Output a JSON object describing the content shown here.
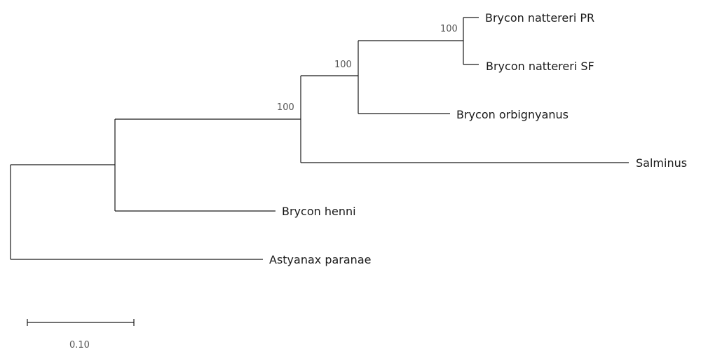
{
  "tree": {
    "taxa": [
      {
        "id": "nattereri_pr",
        "label": "Brycon nattereri PR"
      },
      {
        "id": "nattereri_sf",
        "label": "Brycon nattereri SF"
      },
      {
        "id": "orbignyanus",
        "label": "Brycon orbignyanus"
      },
      {
        "id": "salminus",
        "label": "Salminus"
      },
      {
        "id": "henni",
        "label": "Brycon henni"
      },
      {
        "id": "astyanax",
        "label": "Astyanax paranae"
      }
    ],
    "bootstrap": [
      {
        "id": "node_nattereri",
        "value": "100"
      },
      {
        "id": "node_orbignyanus",
        "value": "100"
      },
      {
        "id": "node_salminus",
        "value": "100"
      }
    ]
  },
  "scale_bar": {
    "label": "0.10"
  }
}
